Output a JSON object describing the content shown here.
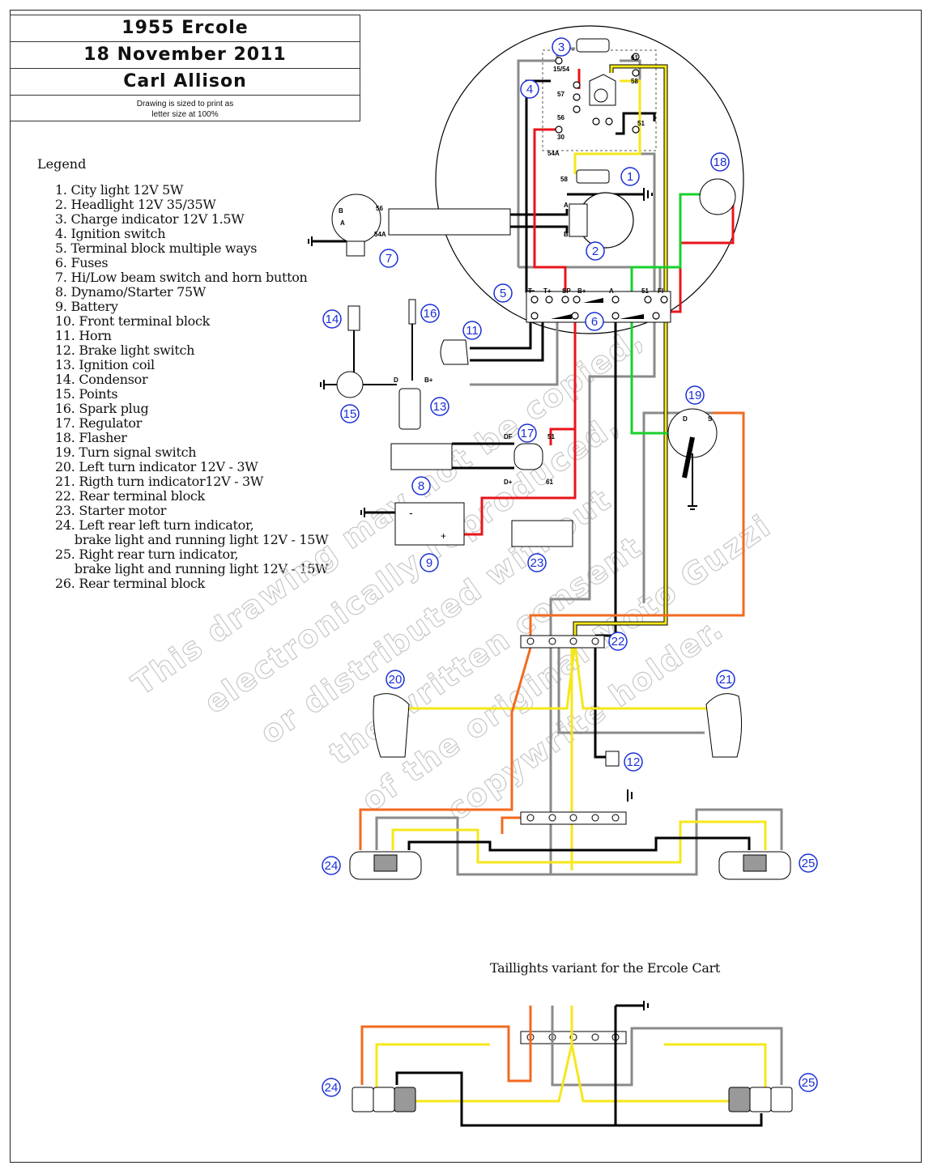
{
  "title_block": {
    "model": "1955 Ercole",
    "date": "18 November 2011",
    "author": "Carl Allison",
    "print_note_line1": "Drawing is sized to print as",
    "print_note_line2": "letter size at 100%"
  },
  "legend": {
    "title": "Legend",
    "items": [
      "1. City light 12V 5W",
      "2. Headlight 12V 35/35W",
      "3. Charge indicator 12V 1.5W",
      "4. Ignition switch",
      "5. Terminal block multiple ways",
      "6. Fuses",
      "7. Hi/Low beam switch and horn button",
      "8. Dynamo/Starter 75W",
      "9. Battery",
      "10. Front terminal block",
      "11. Horn",
      "12. Brake light switch",
      "13. Ignition coil",
      "14. Condensor",
      "15. Points",
      "16. Spark plug",
      "17. Regulator",
      "18. Flasher",
      "19. Turn signal switch",
      "20. Left turn indicator 12V - 3W",
      "21. Rigth turn indicator12V - 3W",
      "22. Rear terminal block",
      "23. Starter motor",
      "24. Left rear left turn indicator,",
      "     brake light and running light 12V - 15W",
      "25. Right rear turn indicator,",
      "     brake light and running light 12V - 15W",
      "26. Rear terminal block"
    ]
  },
  "variant_title": "Taillights variant for the Ercole Cart",
  "watermark_lines": [
    "This drawing may not be copied,",
    "electronically reproduced,",
    "or distributed without",
    "the written consent",
    "of the original Moto Guzzi",
    "copywrite holder."
  ],
  "component_numbers": [
    "1",
    "2",
    "3",
    "4",
    "5",
    "6",
    "7",
    "8",
    "9",
    "11",
    "12",
    "13",
    "14",
    "15",
    "16",
    "17",
    "18",
    "19",
    "20",
    "21",
    "22",
    "23",
    "24",
    "25",
    "24",
    "25"
  ],
  "terminal_labels": {
    "ignition": [
      "15/54",
      "57",
      "56",
      "30",
      "54A",
      "61",
      "58",
      "51"
    ],
    "city_light": "58",
    "headlight": [
      "A",
      "B"
    ],
    "switch7": [
      "B",
      "A",
      "56",
      "54A"
    ],
    "front_block": [
      "T-",
      "T+",
      "SP",
      "B+",
      "A",
      "51",
      "FI"
    ],
    "coil": [
      "D",
      "B+"
    ],
    "regulator": [
      "DF",
      "51",
      "D+",
      "61"
    ],
    "battery": [
      "-",
      "+"
    ],
    "flasher_sw": [
      "D",
      "S"
    ]
  },
  "wire_colors": {
    "red": "#e8141b",
    "yellow": "#f5e71a",
    "green": "#17d12c",
    "orange": "#f26a1f",
    "gray": "#8a8a8a",
    "black": "#000000",
    "badge_blue": "#1a2fd6"
  }
}
